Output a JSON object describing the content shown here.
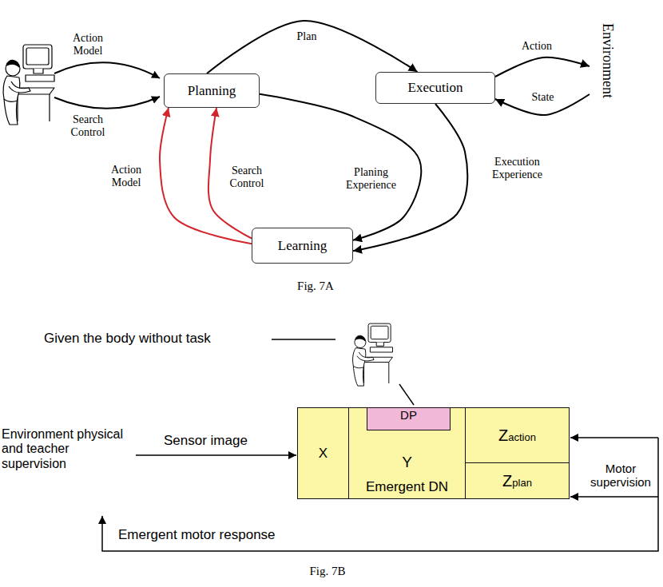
{
  "diagram": {
    "nodes": [
      {
        "text": [
          "Planning"
        ]
      },
      {
        "text": [
          "Execution"
        ]
      },
      {
        "text": [
          "Learning"
        ]
      },
      {
        "text": [
          "Environment"
        ]
      },
      {
        "text": [
          "X"
        ]
      },
      {
        "text": [
          "Y",
          "Emergent DN"
        ]
      },
      {
        "text": [
          "DP"
        ],
        "in": 5
      },
      {
        "text": [
          "Zaction"
        ]
      },
      {
        "text": [
          "Zplan"
        ]
      }
    ],
    "edges": [
      {
        "from": 0,
        "to": 1,
        "label": "Plan",
        "arrow": "to"
      },
      {
        "from": 1,
        "to": 3,
        "label": "Action",
        "arrow": "to"
      },
      {
        "from": 3,
        "to": 1,
        "label": "State",
        "arrow": "to"
      },
      {
        "from": 0,
        "to": 2,
        "label": "Planing Experience",
        "arrow": "to"
      },
      {
        "from": 1,
        "to": 2,
        "label": "Execution Experience",
        "arrow": "to"
      },
      {
        "from": 2,
        "to": 0,
        "label": "Action Model",
        "arrow": "to"
      },
      {
        "from": 2,
        "to": 0,
        "label": "Search Control",
        "arrow": "to"
      }
    ],
    "labels": [
      "Action Model",
      "Search Control",
      "Fig. 7A",
      "Given the body without task",
      "Environment physical and teacher supervision",
      "Sensor image",
      "Motor supervision",
      "Emergent motor response",
      "Fig. 7B"
    ]
  }
}
